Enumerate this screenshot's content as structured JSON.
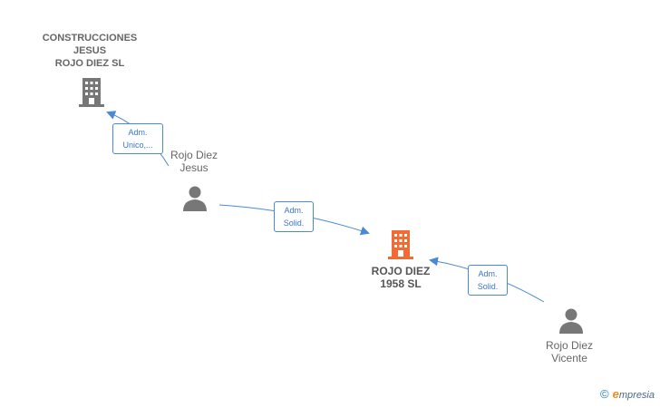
{
  "nodes": {
    "company_top": {
      "label_lines": [
        "CONSTRUCCIONES",
        "JESUS",
        "ROJO DIEZ  SL"
      ],
      "icon": "building-icon",
      "color": "#777777"
    },
    "company_main": {
      "label_lines": [
        "ROJO DIEZ",
        "1958  SL"
      ],
      "icon": "building-icon",
      "color": "#f26b35"
    },
    "person_jesus": {
      "label_lines": [
        "Rojo Diez",
        "Jesus"
      ],
      "icon": "person-icon",
      "color": "#777777"
    },
    "person_vicente": {
      "label_lines": [
        "Rojo Diez",
        "Vicente"
      ],
      "icon": "person-icon",
      "color": "#777777"
    }
  },
  "edges": [
    {
      "from": "person_jesus",
      "to": "company_top",
      "label_lines": [
        "Adm.",
        "Unico,..."
      ]
    },
    {
      "from": "person_jesus",
      "to": "company_main",
      "label_lines": [
        "Adm.",
        "Solid."
      ]
    },
    {
      "from": "person_vicente",
      "to": "company_main",
      "label_lines": [
        "Adm.",
        "Solid."
      ]
    }
  ],
  "colors": {
    "edge": "#4a8ad4"
  },
  "footer": {
    "copyright_symbol": "©",
    "brand_initial": "e",
    "brand_rest": "mpresia"
  }
}
